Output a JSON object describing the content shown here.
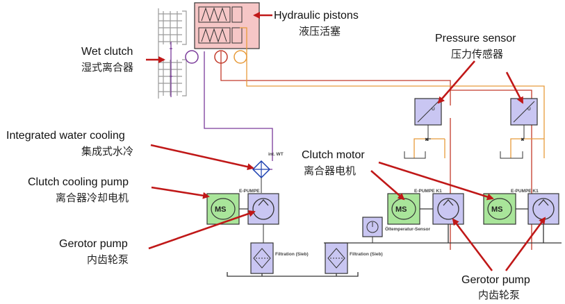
{
  "labels": {
    "hydraulic_pistons": {
      "en": "Hydraulic pistons",
      "zh": "液压活塞"
    },
    "wet_clutch": {
      "en": "Wet clutch",
      "zh": "湿式离合器"
    },
    "pressure_sensor": {
      "en": "Pressure sensor",
      "zh": "压力传感器"
    },
    "water_cooling": {
      "en": "Integrated water cooling",
      "zh": "集成式水冷"
    },
    "cooling_pump": {
      "en": "Clutch cooling pump",
      "zh": "离合器冷却电机"
    },
    "clutch_motor": {
      "en": "Clutch motor",
      "zh": "离合器电机"
    },
    "gerotor_left": {
      "en": "Gerotor pump",
      "zh": "内齿轮泵"
    },
    "gerotor_right": {
      "en": "Gerotor pump",
      "zh": "内齿轮泵"
    }
  },
  "components": {
    "motor_text": "MS",
    "sensor_letter": "U",
    "wt_label": "int. WT",
    "epumpe_cooling": "E-PUMPE",
    "epumpe_k1": "E-PUMPE K1",
    "epumpe_k2": "E-PUMPE K1",
    "filtration": "Filtration (Sieb)",
    "oil_temp": "Öltemperatur-Sensor"
  },
  "colors": {
    "component_fill": "#c9c6f2",
    "motor_fill": "#a9e59a",
    "piston_fill": "#f6c6c6",
    "purple_line": "#7a3a9a",
    "red_line": "#c23a2a",
    "orange_line": "#e79a3a",
    "arrow": "#c01818"
  }
}
